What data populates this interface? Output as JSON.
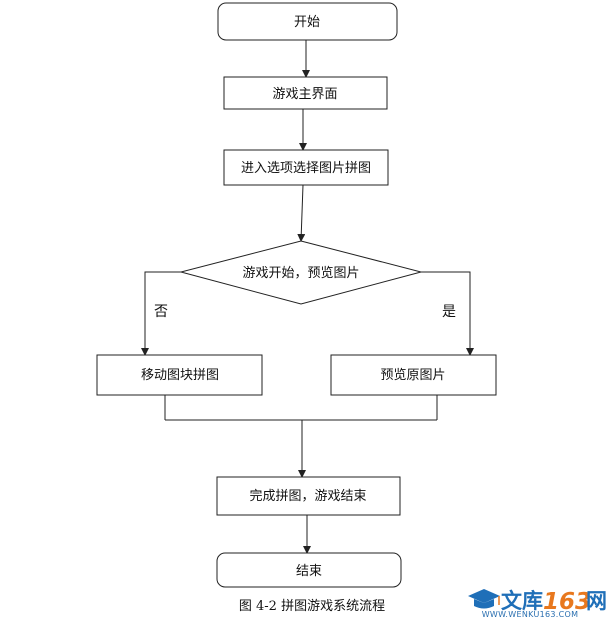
{
  "nodes": {
    "start": "开始",
    "main_ui": "游戏主界面",
    "select_puzzle": "进入选项选择图片拼图",
    "decision": "游戏开始，预览图片",
    "move_blocks": "移动图块拼图",
    "preview_original": "预览原图片",
    "complete": "完成拼图，游戏结束",
    "end": "结束"
  },
  "branches": {
    "no": "否",
    "yes": "是"
  },
  "caption": "图 4-2  拼图游戏系统流程",
  "watermark": {
    "brand_cn": "文库",
    "brand_num": "163",
    "brand_cn_suffix": "网",
    "url": "WWW.WENKU163.COM"
  }
}
